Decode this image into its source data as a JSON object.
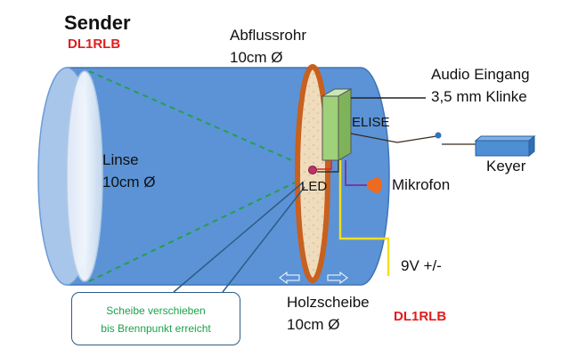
{
  "title": "Sender",
  "callsign_top": "DL1RLB",
  "callsign_bottom": "DL1RLB",
  "pipe": {
    "line1": "Abflussrohr",
    "line2": "10cm Ø"
  },
  "lens": {
    "line1": "Linse",
    "line2": "10cm Ø"
  },
  "audio": {
    "line1": "Audio Eingang",
    "line2": "3,5 mm Klinke"
  },
  "elise": "ELISE",
  "keyer": "Keyer",
  "led": "LED",
  "microphone": "Mikrofon",
  "power": "9V +/-",
  "disc": {
    "line1": "Holzscheibe",
    "line2": "10cm Ø"
  },
  "note": {
    "line1": "Scheibe verschieben",
    "line2": "bis Brennpunkt erreicht"
  },
  "colors": {
    "pipe": "#5b93d6",
    "pipe_edge": "#3f74b5",
    "disc_rim": "#c8601e",
    "elise_box": "#9fd07a",
    "keyer_box": "#4e8fd4",
    "beam": "#23a04a",
    "mic": "#ee6a1e",
    "power_wire": "#f0e020",
    "callsign": "#e21d1d"
  }
}
